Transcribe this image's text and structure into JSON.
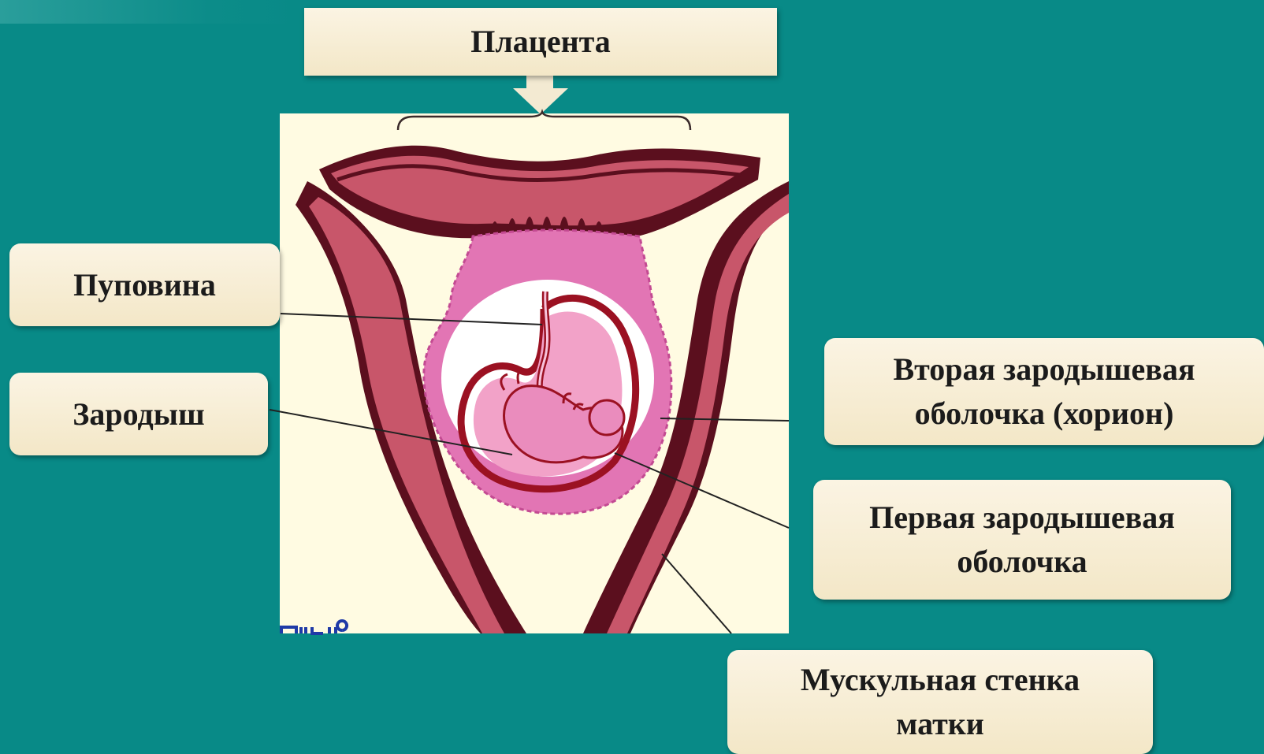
{
  "labels": {
    "placenta": "Плацента",
    "umbilical_cord": "Пуповина",
    "embryo": "Зародыш",
    "chorion": "Вторая зародышевая\nоболочка (хорион)",
    "amnion": "Первая зародышевая\nоболочка",
    "uterine_wall": "Мускульная стенка\nматки"
  },
  "colors": {
    "background": "#088a87",
    "label_fill": "#f8efd8",
    "picture_bg": "#fffbe2",
    "uterine_wall_outer": "#5b0f1e",
    "uterine_wall_inner": "#c8566a",
    "chorion_pink": "#e275b4",
    "amnion_red": "#9b1122"
  }
}
